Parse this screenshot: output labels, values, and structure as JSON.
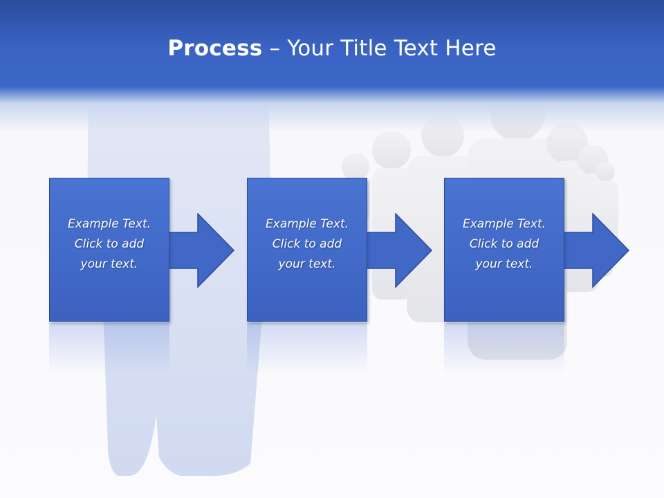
{
  "slide": {
    "title_bold": "Process",
    "title_rest": " – Your Title Text Here"
  },
  "steps": [
    {
      "line1": "Example Text.",
      "line2": "Click  to add",
      "line3": "your text."
    },
    {
      "line1": "Example Text.",
      "line2": "Click  to add",
      "line3": "your text."
    },
    {
      "line1": "Example Text.",
      "line2": "Click  to add",
      "line3": "your text."
    }
  ],
  "colors": {
    "header": "#3a63c3",
    "box": "#4268c6",
    "box_border": "#2a4a9a",
    "text": "#ffffff",
    "figures": "#dfe5f3"
  }
}
